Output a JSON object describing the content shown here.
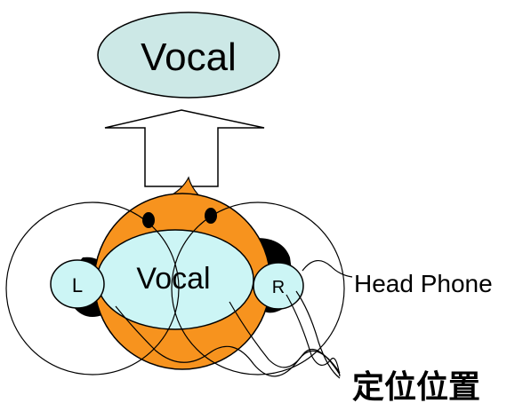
{
  "diagram": {
    "top_label": "Vocal",
    "center_label": "Vocal",
    "left_label": "L",
    "right_label": "R",
    "headphone_label": "Head Phone",
    "localization_label": "定位位置"
  },
  "colors": {
    "top_ellipse_fill": "#cce8e6",
    "head_fill": "#f7931e",
    "inner_ellipse_fill": "#ccf5f5",
    "ear_bubble_fill": "#ccf5f5",
    "earcup_fill": "#000000",
    "stroke": "#000000"
  }
}
